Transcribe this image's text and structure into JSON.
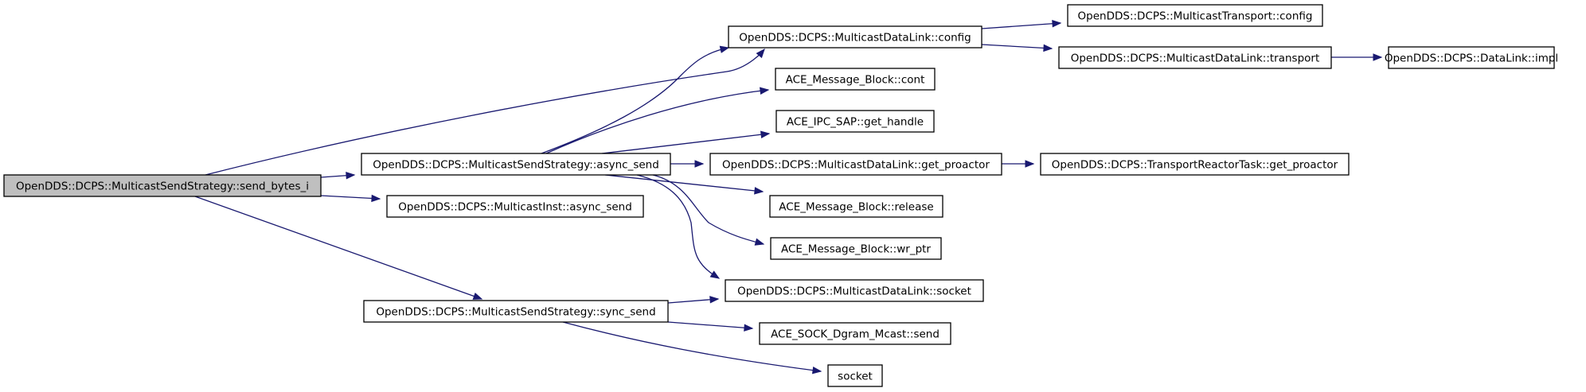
{
  "diagram": {
    "type": "call-graph",
    "nodes": {
      "send_bytes_i": "OpenDDS::DCPS::MulticastSendStrategy::send_bytes_i",
      "async_send": "OpenDDS::DCPS::MulticastSendStrategy::async_send",
      "inst_async_send": "OpenDDS::DCPS::MulticastInst::async_send",
      "sync_send": "OpenDDS::DCPS::MulticastSendStrategy::sync_send",
      "link_config": "OpenDDS::DCPS::MulticastDataLink::config",
      "msg_cont": "ACE_Message_Block::cont",
      "ipc_get_handle": "ACE_IPC_SAP::get_handle",
      "link_get_proactor": "OpenDDS::DCPS::MulticastDataLink::get_proactor",
      "msg_release": "ACE_Message_Block::release",
      "msg_wr_ptr": "ACE_Message_Block::wr_ptr",
      "link_socket": "OpenDDS::DCPS::MulticastDataLink::socket",
      "mcast_send": "ACE_SOCK_Dgram_Mcast::send",
      "socket": "socket",
      "transport_config": "OpenDDS::DCPS::MulticastTransport::config",
      "link_transport": "OpenDDS::DCPS::MulticastDataLink::transport",
      "datalink_impl": "OpenDDS::DCPS::DataLink::impl",
      "reactor_get_proactor": "OpenDDS::DCPS::TransportReactorTask::get_proactor"
    },
    "root": "send_bytes_i",
    "edges": [
      [
        "send_bytes_i",
        "link_config"
      ],
      [
        "send_bytes_i",
        "async_send"
      ],
      [
        "send_bytes_i",
        "inst_async_send"
      ],
      [
        "send_bytes_i",
        "sync_send"
      ],
      [
        "async_send",
        "link_config"
      ],
      [
        "async_send",
        "msg_cont"
      ],
      [
        "async_send",
        "ipc_get_handle"
      ],
      [
        "async_send",
        "link_get_proactor"
      ],
      [
        "async_send",
        "msg_release"
      ],
      [
        "async_send",
        "msg_wr_ptr"
      ],
      [
        "async_send",
        "link_socket"
      ],
      [
        "sync_send",
        "link_socket"
      ],
      [
        "sync_send",
        "mcast_send"
      ],
      [
        "sync_send",
        "socket"
      ],
      [
        "link_config",
        "transport_config"
      ],
      [
        "link_config",
        "link_transport"
      ],
      [
        "link_transport",
        "datalink_impl"
      ],
      [
        "link_get_proactor",
        "reactor_get_proactor"
      ]
    ],
    "colors": {
      "edge": "#191970",
      "node_fill": "#ffffff",
      "root_fill": "#bfbfbf",
      "border": "#000000"
    }
  }
}
